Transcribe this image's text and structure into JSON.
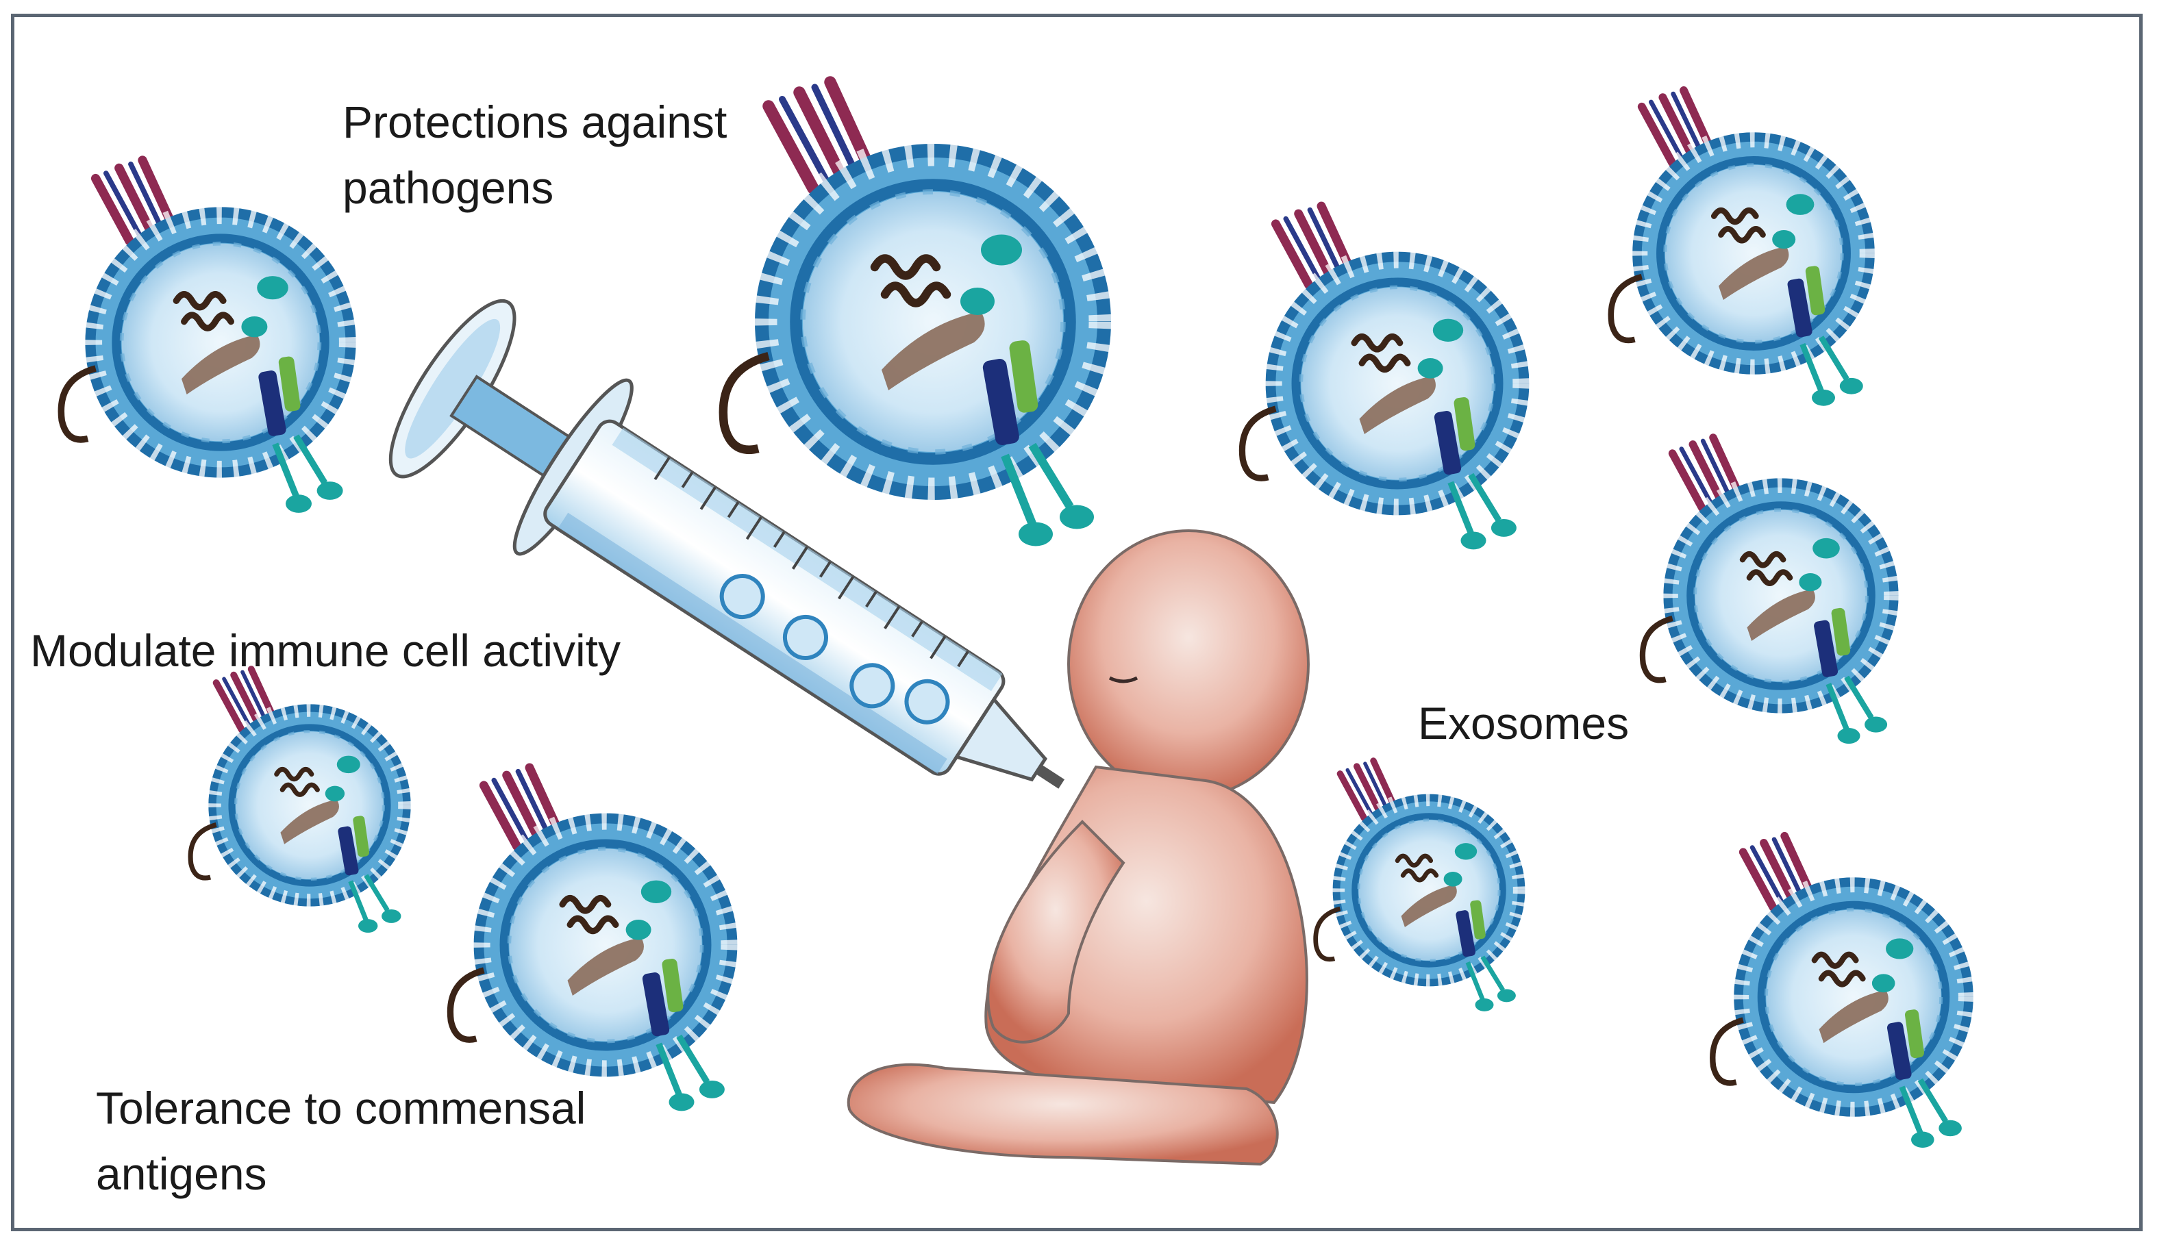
{
  "labels": {
    "protection": {
      "line1": "Protections against",
      "line2": "pathogens"
    },
    "modulate": "Modulate immune cell activity",
    "tolerance": {
      "line1": "Tolerance to commensal",
      "line2": "antigens"
    },
    "exosomes": "Exosomes"
  },
  "colors": {
    "membrane": "#3d8fc4",
    "membrane_dark": "#1f6ea8",
    "lumen": "#cde6f5",
    "teal": "#1aa5a0",
    "dark_blue": "#1c2f7a",
    "green": "#6bb244",
    "red_brown": "#a8462f",
    "skin": "#d07a66",
    "syringe": "#b8dbef",
    "frame": "#5b6673"
  },
  "icons": {
    "exosome": "exosome-vesicle-icon",
    "syringe": "syringe-icon",
    "infant": "infant-figure-icon"
  }
}
